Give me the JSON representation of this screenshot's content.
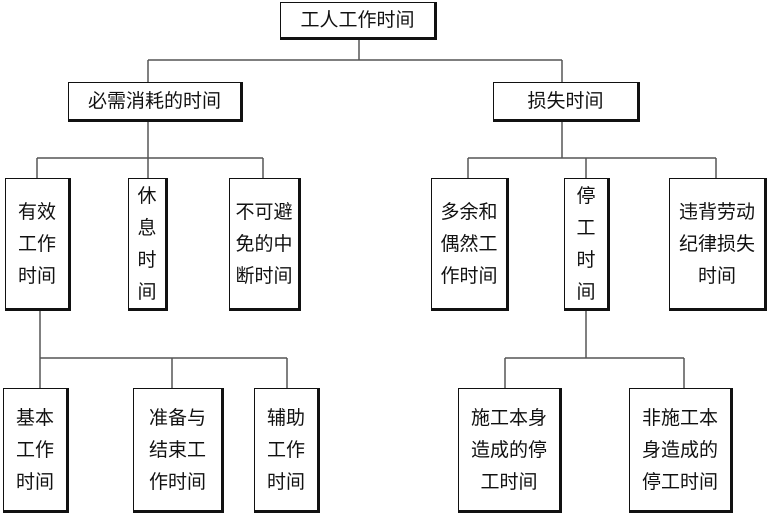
{
  "root": {
    "label": "工人工作时间"
  },
  "branches": [
    {
      "label": "必需消耗的时间",
      "children": [
        {
          "label": "有效\n工作\n时间",
          "children": [
            {
              "label": "基本\n工作\n时间"
            },
            {
              "label": "准备与\n结束工\n作时间"
            },
            {
              "label": "辅助\n工作\n时间"
            }
          ]
        },
        {
          "label": "休\n息\n时\n间"
        },
        {
          "label": "不可避\n免的中\n断时间"
        }
      ]
    },
    {
      "label": "损失时间",
      "children": [
        {
          "label": "多余和\n偶然工\n作时间"
        },
        {
          "label": "停\n工\n时\n间",
          "children": [
            {
              "label": "施工本身\n造成的停\n工时间"
            },
            {
              "label": "非施工本\n身造成的\n停工时间"
            }
          ]
        },
        {
          "label": "违背劳动\n纪律损失\n时间"
        }
      ]
    }
  ],
  "colors": {
    "box_border": "#111111",
    "connector": "#555555",
    "background": "#ffffff"
  }
}
